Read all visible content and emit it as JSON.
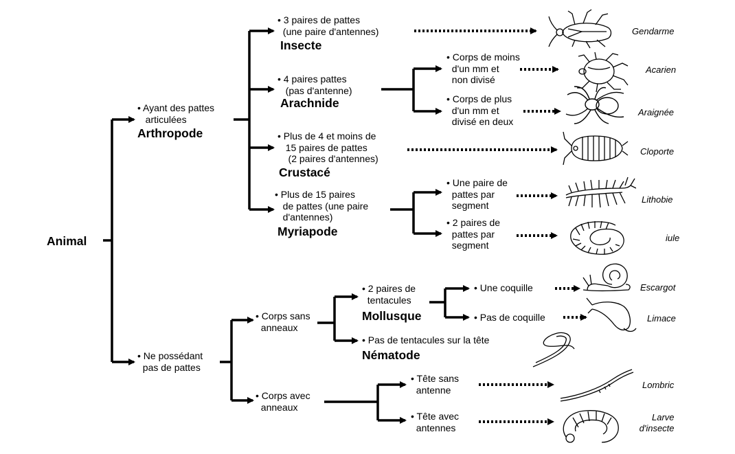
{
  "root": "Animal",
  "groups": {
    "arthropode": {
      "criterion": "• Ayant des pattes\n   articulées",
      "name": "Arthropode"
    },
    "no_legs": {
      "criterion": "• Ne possédant\n  pas de pattes"
    },
    "insecte": {
      "criterion": "• 3 paires de pattes\n  (une paire d'antennes)",
      "name": "Insecte"
    },
    "arachnide": {
      "criterion": "• 4 paires pattes\n   (pas d'antenne)",
      "name": "Arachnide"
    },
    "crustace": {
      "criterion": "• Plus de 4 et moins de\n   15 paires de pattes\n    (2 paires d'antennes)",
      "name": "Crustacé"
    },
    "myriapode": {
      "criterion": "• Plus de 15 paires\n   de pattes (une paire\n   d'antennes)",
      "name": "Myriapode"
    },
    "acarien_crit": "• Corps de moins\n  d'un mm et\n  non divisé",
    "araignee_crit": "• Corps de plus\n  d'un mm et\n  divisé en deux",
    "lithobie_crit": "• Une paire de\n  pattes par\n  segment",
    "iule_crit": "• 2 paires de\n  pattes par\n  segment",
    "sans_anneaux": "• Corps sans\n  anneaux",
    "avec_anneaux": "• Corps avec\n  anneaux",
    "mollusque": {
      "criterion": "• 2 paires de\n  tentacules",
      "name": "Mollusque"
    },
    "nematode": {
      "criterion": "• Pas de tentacules sur la tête",
      "name": "Nématode"
    },
    "coquille": "• Une coquille",
    "pas_coquille": "• Pas de coquille",
    "tete_sans": "• Tête sans\n  antenne",
    "tete_avec": "• Tête avec\n  antennes"
  },
  "species": {
    "gendarme": "Gendarme",
    "acarien": "Acarien",
    "araignee": "Araignée",
    "cloporte": "Cloporte",
    "lithobie": "Lithobie",
    "iule": "iule",
    "escargot": "Escargot",
    "limace": "Limace",
    "lombric": "Lombric",
    "larve": "Larve\n d'insecte"
  },
  "icons": [
    "shield-bug-icon",
    "mite-icon",
    "spider-icon",
    "woodlouse-icon",
    "centipede-icon",
    "millipede-icon",
    "snail-icon",
    "slug-icon",
    "nematode-worm-icon",
    "earthworm-icon",
    "larva-icon"
  ],
  "colors": {
    "ink": "#000000",
    "background": "#ffffff"
  }
}
